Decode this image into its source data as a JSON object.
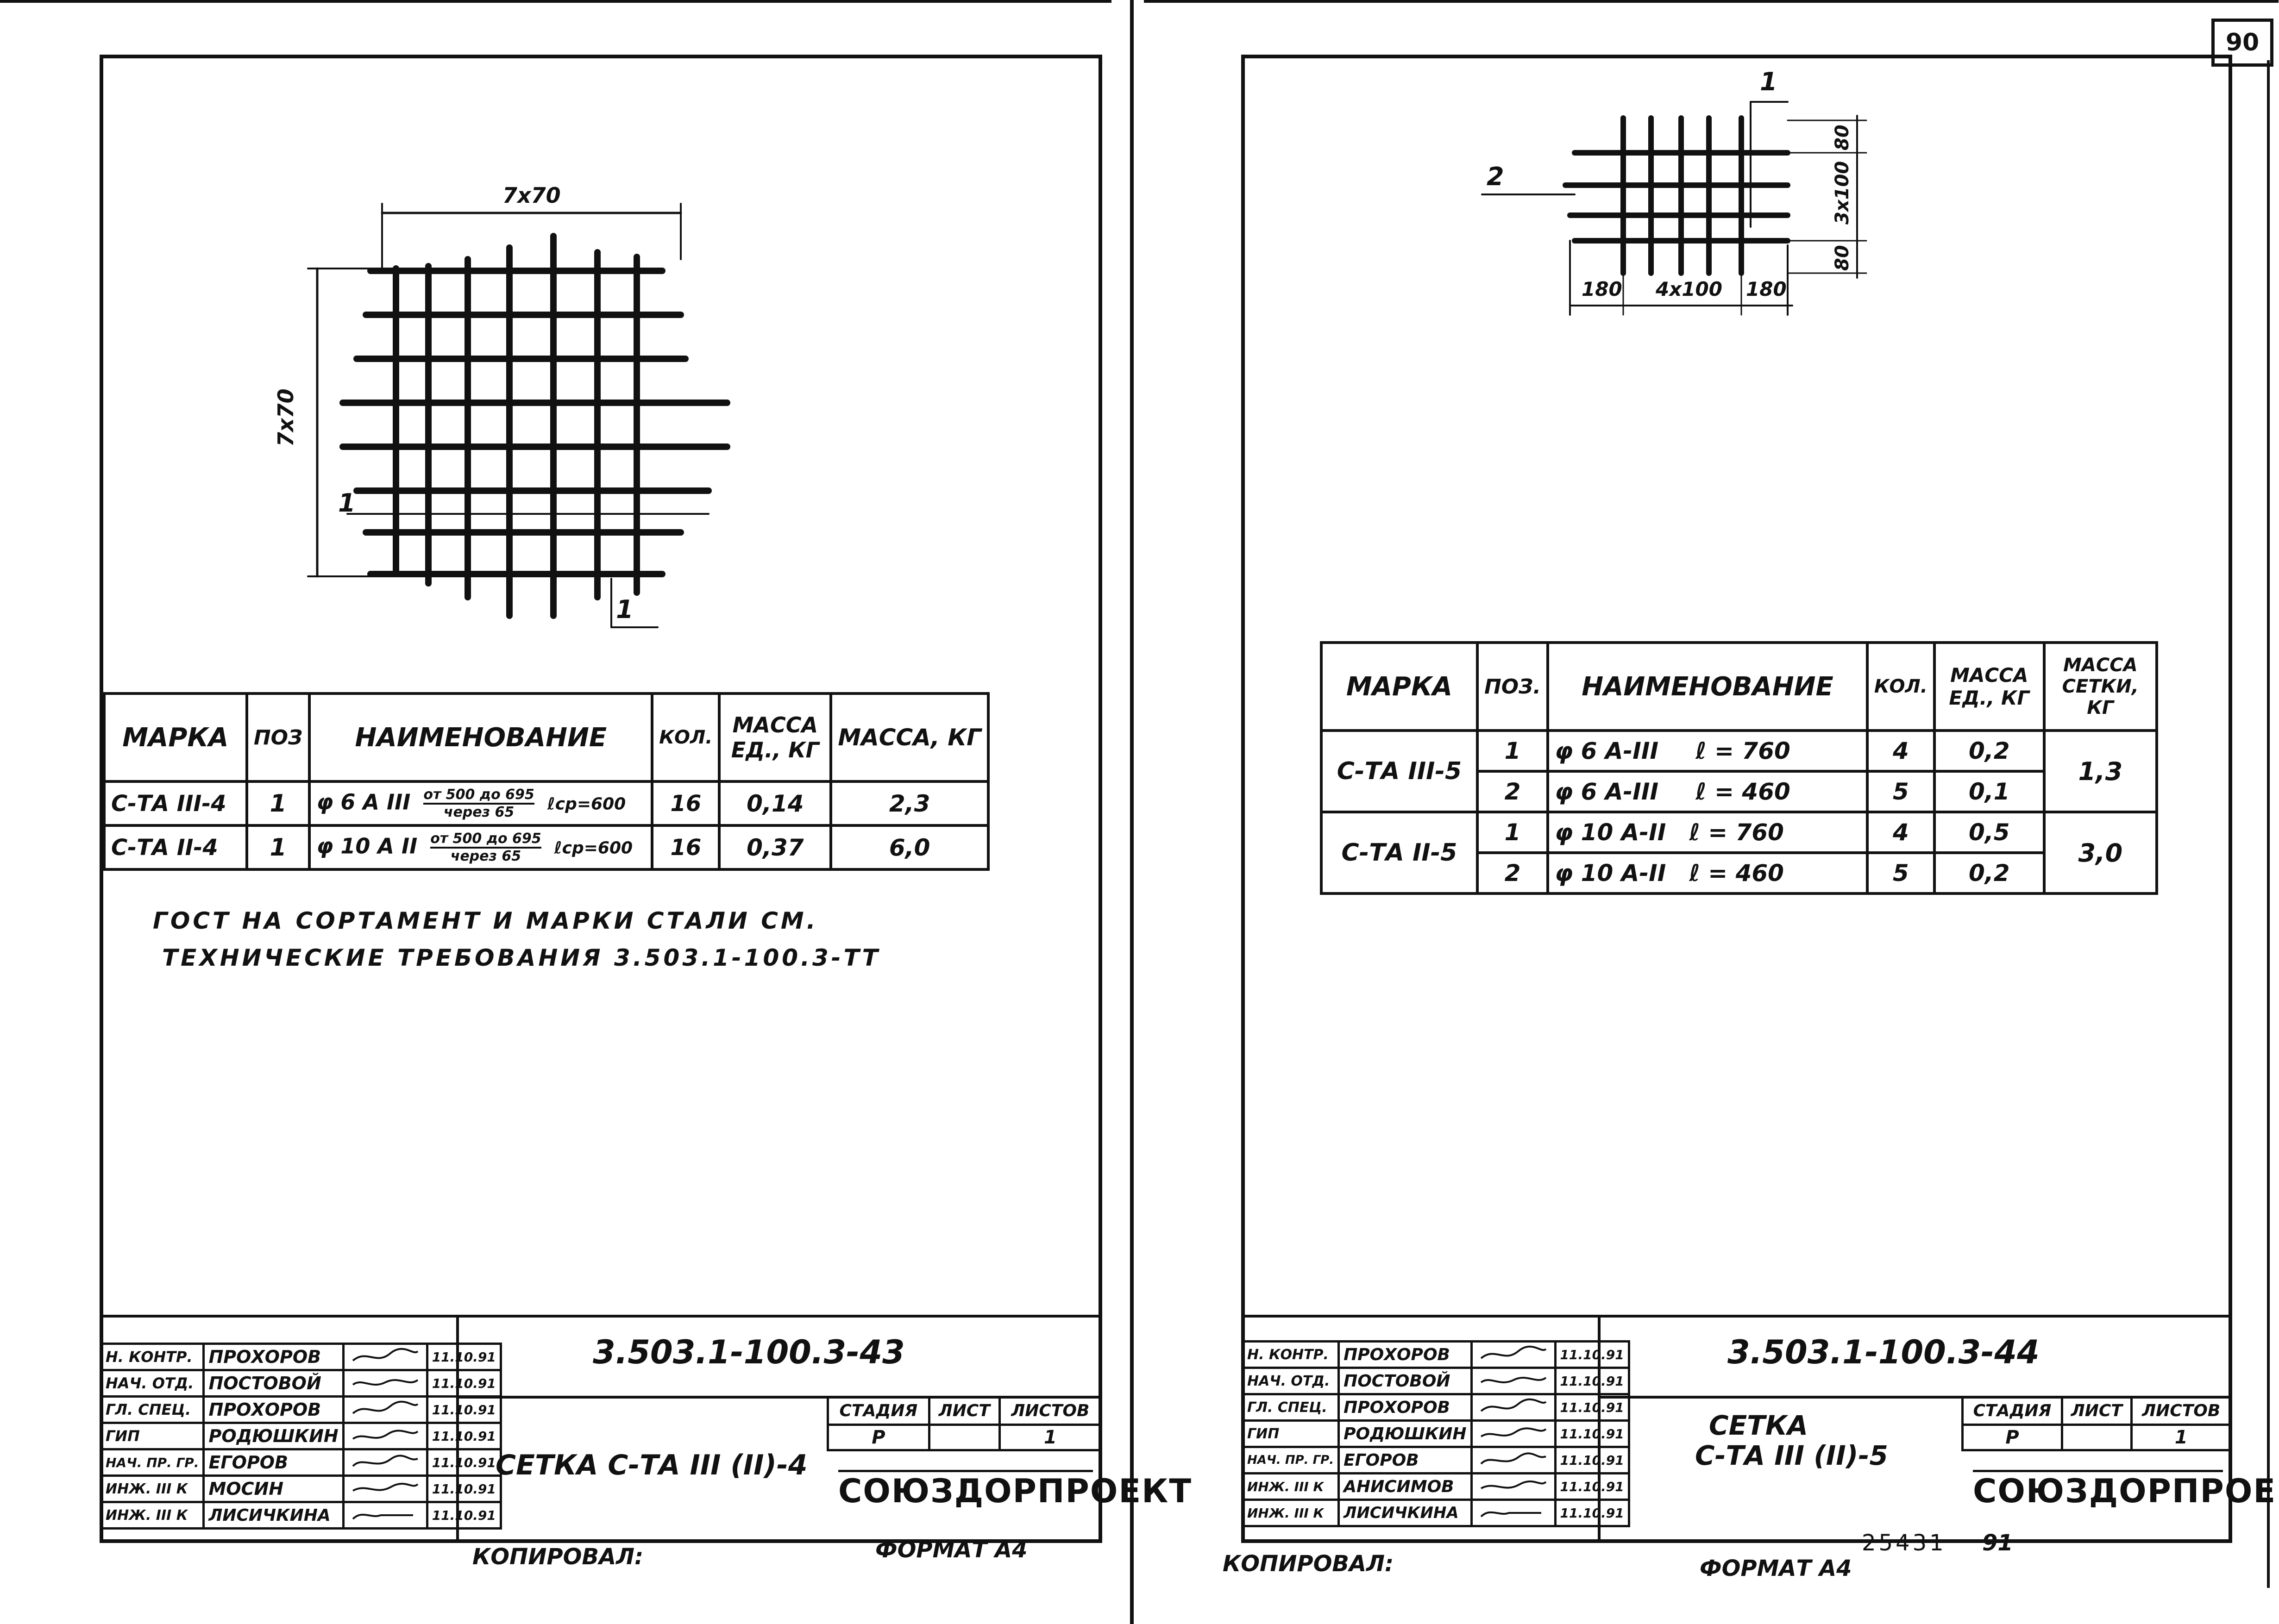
{
  "page_number": "90",
  "left": {
    "drawing": {
      "dim_top": "7x70",
      "dim_side": "7x70",
      "pos_1a": "1",
      "pos_1b": "1"
    },
    "table": {
      "headers": [
        "МАРКА",
        "ПОЗ",
        "НАИМЕНОВАНИЕ",
        "КОЛ.",
        "МАССА ЕД., КГ",
        "МАССА, КГ"
      ],
      "rows": [
        {
          "mark": "С-ТА III-4",
          "pos": "1",
          "name": "φ 6 А III",
          "name_upper": "от 500 до 695",
          "name_lower": "через 65",
          "length": "ℓср=600",
          "qty": "16",
          "unit_mass": "0,14",
          "mass": "2,3"
        },
        {
          "mark": "С-ТА II-4",
          "pos": "1",
          "name": "φ 10 А II",
          "name_upper": "от 500 до 695",
          "name_lower": "через 65",
          "length": "ℓср=600",
          "qty": "16",
          "unit_mass": "0,37",
          "mass": "6,0"
        }
      ]
    },
    "note_line1": "ГОСТ НА СОРТАМЕНТ И МАРКИ СТАЛИ СМ.",
    "note_line2": "ТЕХНИЧЕСКИЕ ТРЕБОВАНИЯ 3.503.1-100.3-ТТ",
    "title_block": {
      "doc_number": "3.503.1-100.3-43",
      "title": "СЕТКА С-ТА III (II)-4",
      "stage_label": "СТАДИЯ",
      "sheet_label": "ЛИСТ",
      "sheets_label": "ЛИСТОВ",
      "stage": "Р",
      "sheet": "",
      "sheets": "1",
      "org": "СОЮЗДОРПРОЕКТ",
      "people": [
        {
          "role": "Н. КОНТР.",
          "name": "ПРОХОРОВ",
          "date": "11.10.91"
        },
        {
          "role": "НАЧ. ОТД.",
          "name": "ПОСТОВОЙ",
          "date": "11.10.91"
        },
        {
          "role": "ГЛ. СПЕЦ.",
          "name": "ПРОХОРОВ",
          "date": "11.10.91"
        },
        {
          "role": "ГИП",
          "name": "РОДЮШКИН",
          "date": "11.10.91"
        },
        {
          "role": "НАЧ. ПР. ГР.",
          "name": "ЕГОРОВ",
          "date": "11.10.91"
        },
        {
          "role": "ИНЖ. III К",
          "name": "МОСИН",
          "date": "11.10.91"
        },
        {
          "role": "ИНЖ. III К",
          "name": "ЛИСИЧКИНА",
          "date": "11.10.91"
        }
      ]
    },
    "copied": "КОПИРОВАЛ:",
    "format": "ФОРМАТ А4"
  },
  "right": {
    "drawing": {
      "pos_1": "1",
      "pos_2": "2",
      "dim_bottom_left": "180",
      "dim_bottom_mid": "4x100",
      "dim_bottom_right": "180",
      "dim_side_top": "80",
      "dim_side_mid": "3x100",
      "dim_side_bottom": "80"
    },
    "table": {
      "headers": [
        "МАРКА",
        "ПОЗ.",
        "НАИМЕНОВАНИЕ",
        "КОЛ.",
        "МАССА ЕД., КГ",
        "МАССА СЕТКИ, КГ"
      ],
      "groups": [
        {
          "mark": "С-ТА III-5",
          "mass": "1,3",
          "rows": [
            {
              "pos": "1",
              "name": "φ 6 А-III",
              "length": "ℓ = 760",
              "qty": "4",
              "unit_mass": "0,2"
            },
            {
              "pos": "2",
              "name": "φ 6 А-III",
              "length": "ℓ = 460",
              "qty": "5",
              "unit_mass": "0,1"
            }
          ]
        },
        {
          "mark": "С-ТА II-5",
          "mass": "3,0",
          "rows": [
            {
              "pos": "1",
              "name": "φ 10 А-II",
              "length": "ℓ = 760",
              "qty": "4",
              "unit_mass": "0,5"
            },
            {
              "pos": "2",
              "name": "φ 10 А-II",
              "length": "ℓ = 460",
              "qty": "5",
              "unit_mass": "0,2"
            }
          ]
        }
      ]
    },
    "title_block": {
      "doc_number": "3.503.1-100.3-44",
      "title_line1": "СЕТКА",
      "title_line2": "С-ТА III (II)-5",
      "stage_label": "СТАДИЯ",
      "sheet_label": "ЛИСТ",
      "sheets_label": "ЛИСТОВ",
      "stage": "Р",
      "sheet": "",
      "sheets": "1",
      "org": "СОЮЗДОРПРОЕКТ",
      "people": [
        {
          "role": "Н. КОНТР.",
          "name": "ПРОХОРОВ",
          "date": "11.10.91"
        },
        {
          "role": "НАЧ. ОТД.",
          "name": "ПОСТОВОЙ",
          "date": "11.10.91"
        },
        {
          "role": "ГЛ. СПЕЦ.",
          "name": "ПРОХОРОВ",
          "date": "11.10.91"
        },
        {
          "role": "ГИП",
          "name": "РОДЮШКИН",
          "date": "11.10.91"
        },
        {
          "role": "НАЧ. ПР. ГР.",
          "name": "ЕГОРОВ",
          "date": "11.10.91"
        },
        {
          "role": "ИНЖ. III К",
          "name": "АНИСИМОВ",
          "date": "11.10.91"
        },
        {
          "role": "ИНЖ. III К",
          "name": "ЛИСИЧКИНА",
          "date": "11.10.91"
        }
      ]
    },
    "copied": "КОПИРОВАЛ:",
    "format": "ФОРМАТ А4",
    "order": "25431",
    "order_suffix": "91"
  }
}
